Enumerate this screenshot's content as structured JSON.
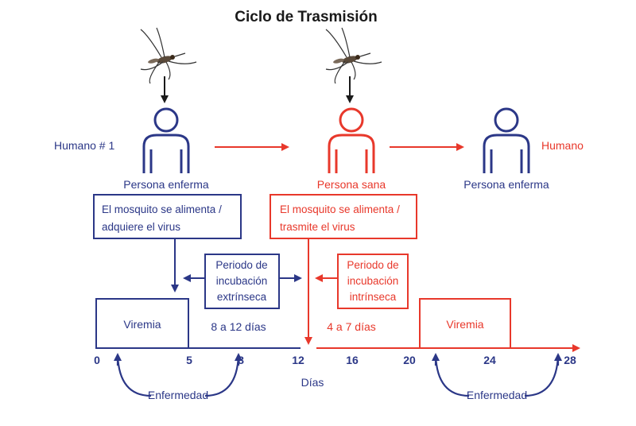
{
  "title": "Ciclo de Trasmisión",
  "human1_label": "Humano # 1",
  "human2_label": "Humano",
  "person1_caption": "Persona enferma",
  "person2_caption": "Persona sana",
  "person3_caption": "Persona enferma",
  "box_left": {
    "line1": "El mosquito se alimenta /",
    "line2": "adquiere el virus"
  },
  "box_right": {
    "line1": "El mosquito se alimenta /",
    "line2": "trasmite el virus"
  },
  "ext_incubation": {
    "line1": "Periodo de",
    "line2": "incubación",
    "line3": "extrínseca",
    "days": "8 a 12 días"
  },
  "int_incubation": {
    "line1": "Periodo de",
    "line2": "incubación",
    "line3": "intrínseca",
    "days": "4 a 7 días"
  },
  "viremia_left": "Viremia",
  "viremia_right": "Viremia",
  "axis_label": "Días",
  "ticks": {
    "t0": "0",
    "t5": "5",
    "t8": "8",
    "t12": "12",
    "t16": "16",
    "t20": "20",
    "t24": "24",
    "t28": "28"
  },
  "illness_left": "Enfermedad",
  "illness_right": "Enfermedad",
  "colors": {
    "blue": "#2b3787",
    "red": "#e8382b"
  }
}
